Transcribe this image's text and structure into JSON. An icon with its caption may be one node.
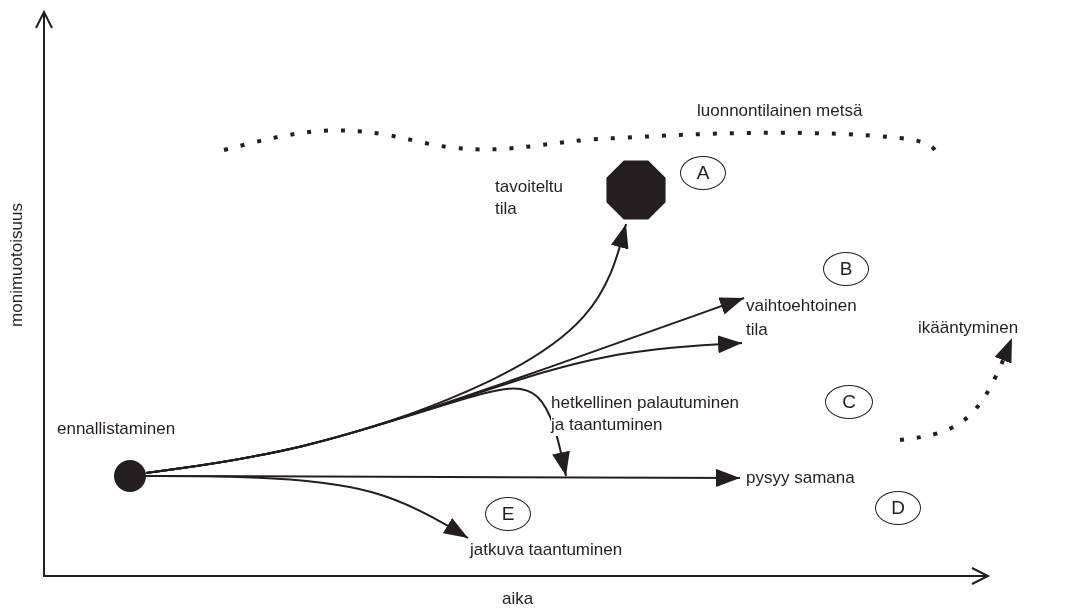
{
  "diagram": {
    "nodes": [
      {
        "text": [
          "ennallistaminen"
        ]
      },
      {
        "text": [
          "tavoiteltu tila"
        ]
      },
      {
        "text": [
          "vaihtoehtoinen tila"
        ]
      },
      {
        "text": [
          "pysyy samana"
        ]
      },
      {
        "text": [
          "jatkuva taantuminen"
        ]
      },
      {
        "text": [
          "ikääntyminen"
        ]
      },
      {
        "text": [
          "A"
        ]
      },
      {
        "text": [
          "B"
        ]
      },
      {
        "text": [
          "C"
        ]
      },
      {
        "text": [
          "D"
        ]
      },
      {
        "text": [
          "E"
        ]
      }
    ],
    "edges": [
      {
        "from": 0,
        "to": 1,
        "arrow": "to"
      },
      {
        "from": 0,
        "to": 2,
        "arrow": "to"
      },
      {
        "from": 0,
        "to": 2,
        "arrow": "to"
      },
      {
        "from": 0,
        "to": null,
        "arrow": "to",
        "label": "hetkellinen palautuminen ja taantuminen"
      },
      {
        "from": 0,
        "to": 3,
        "arrow": "to"
      },
      {
        "from": 0,
        "to": 4,
        "arrow": "to"
      },
      {
        "from": null,
        "to": 5,
        "arrow": "to",
        "style": "dashed"
      }
    ],
    "labels": [
      "luonnontilainen metsä",
      "monimuotoisuus",
      "aika"
    ]
  }
}
